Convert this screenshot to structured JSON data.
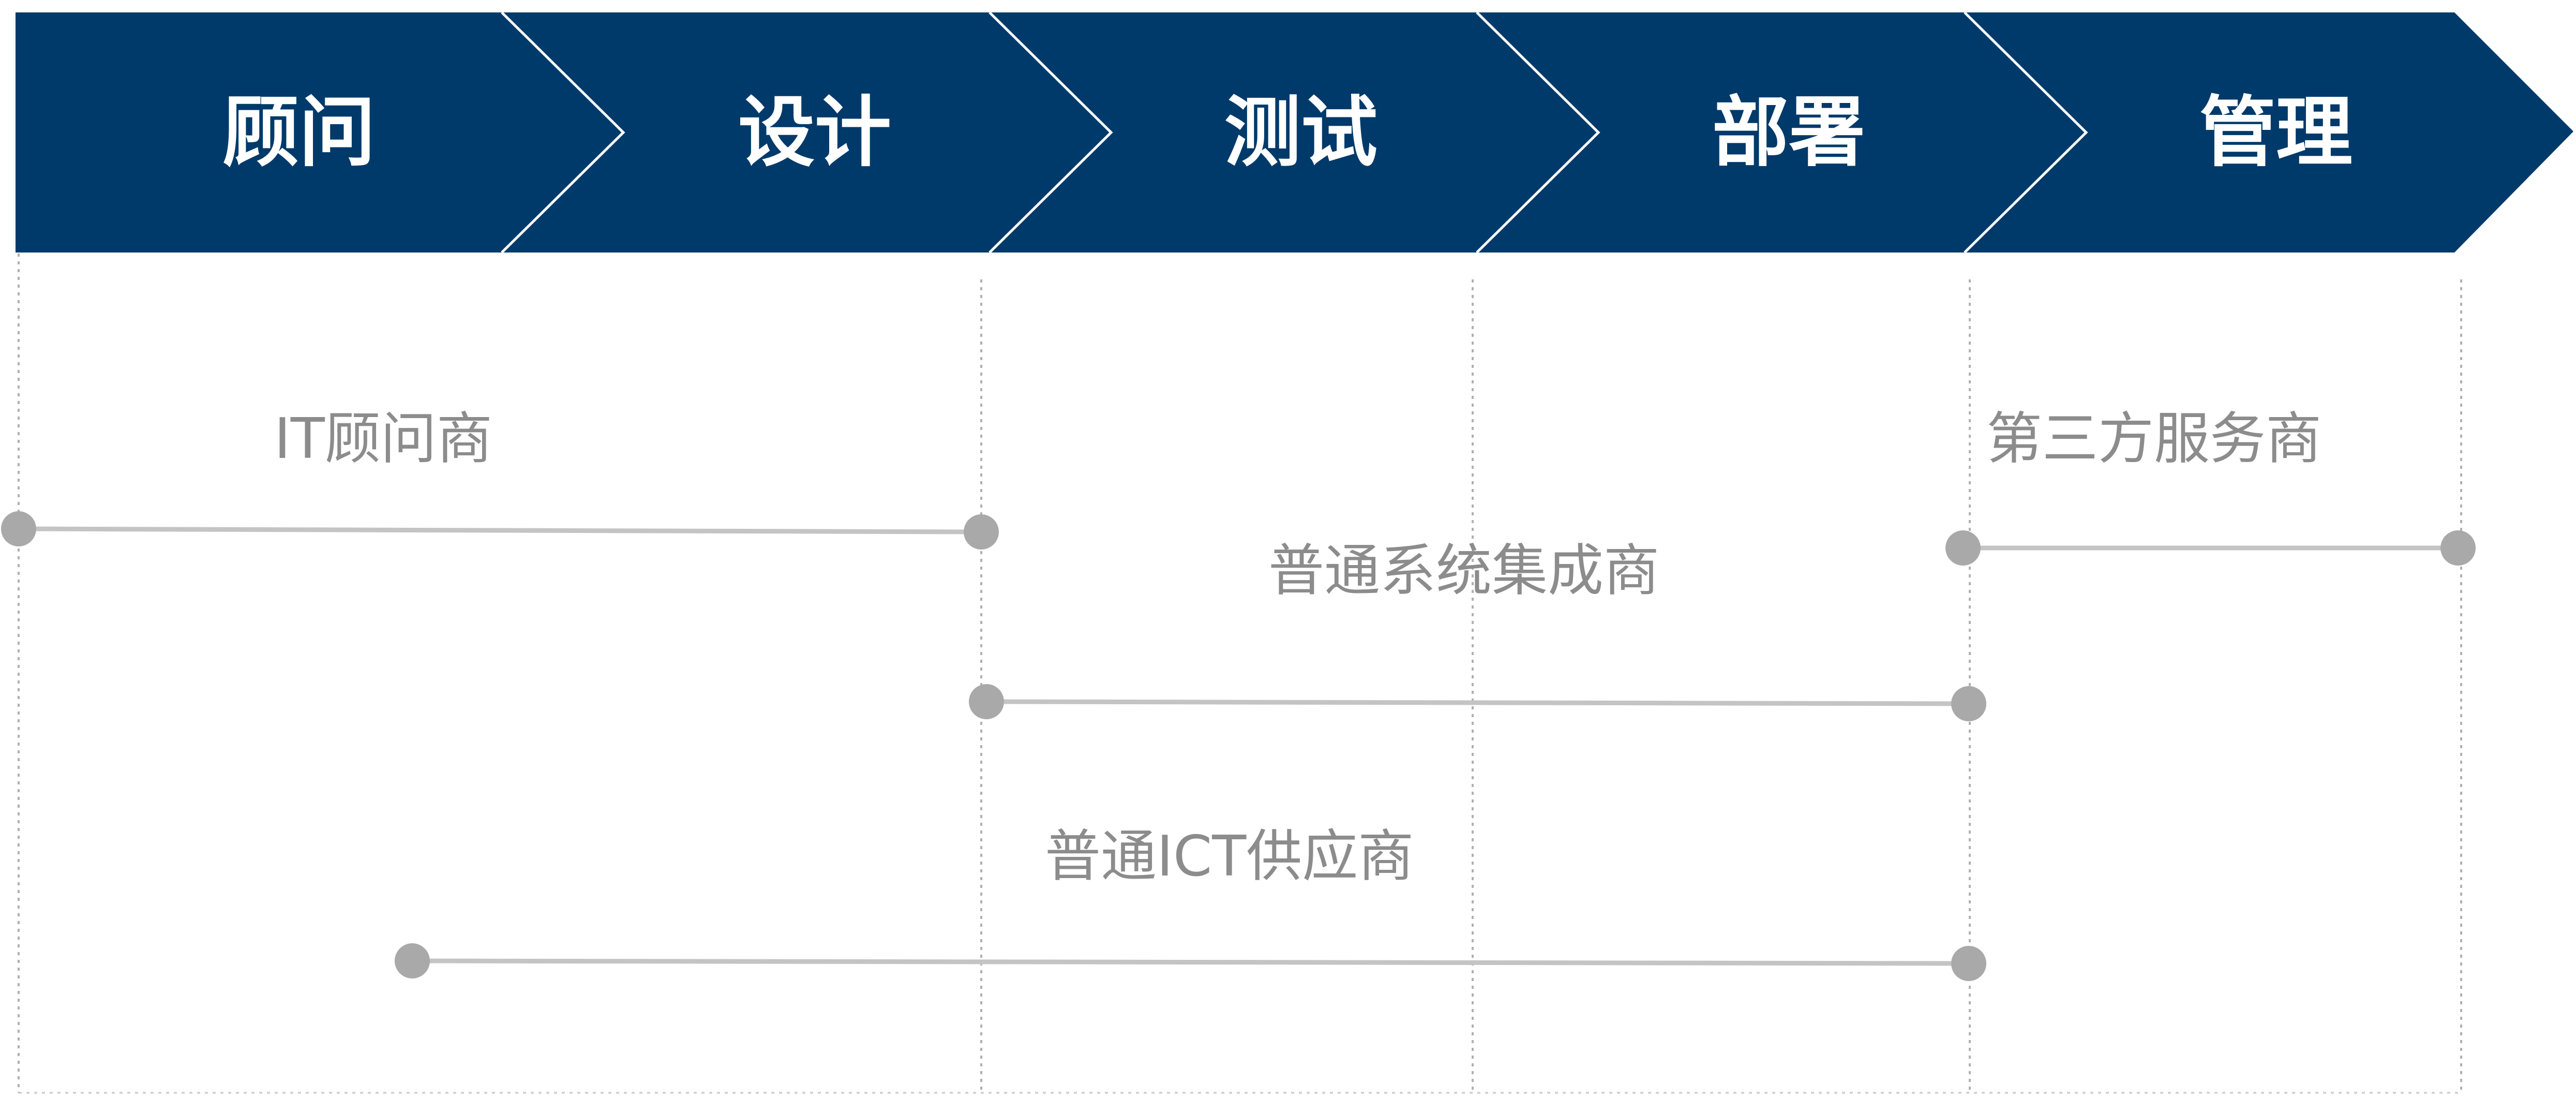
{
  "stages": [
    {
      "label": "顾问"
    },
    {
      "label": "设计"
    },
    {
      "label": "测试"
    },
    {
      "label": "部署"
    },
    {
      "label": "管理"
    }
  ],
  "providers": [
    {
      "label": "IT顾问商",
      "from_boundary": 0,
      "to_boundary": 2
    },
    {
      "label": "第三方服务商",
      "from_boundary": 4,
      "to_boundary": 5
    },
    {
      "label": "普通系统集成商",
      "from_boundary": 2,
      "to_boundary": 4
    },
    {
      "label": "普通ICT供应商",
      "from_boundary": 0.8,
      "to_boundary": 4
    }
  ],
  "colors": {
    "banner": "#003a6a",
    "banner_divider": "#ffffff",
    "stage_text": "#ffffff",
    "provider_text": "#8c8c8c",
    "connector_line": "#c4c4c4",
    "endpoint_dot": "#a9a9a9",
    "guide_line": "#b0b0b0"
  }
}
